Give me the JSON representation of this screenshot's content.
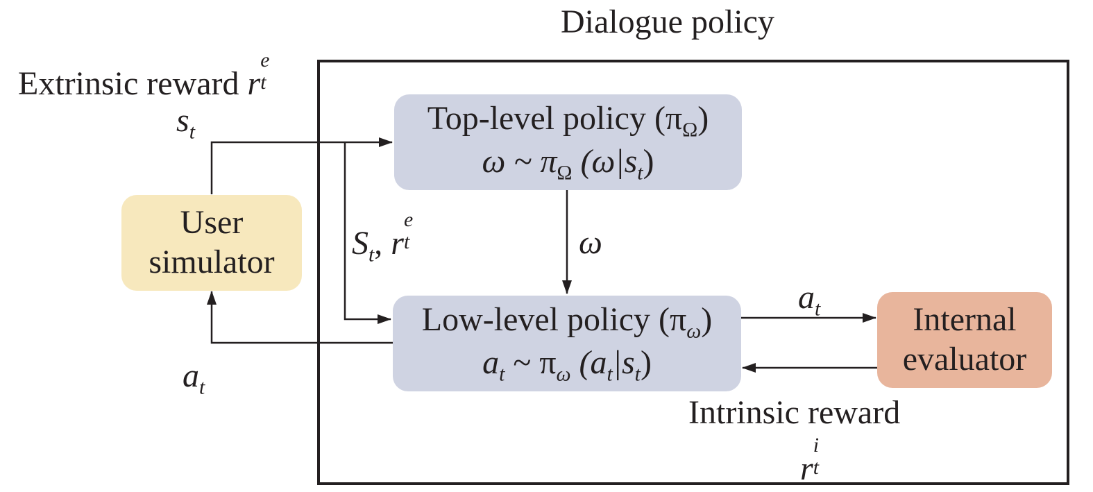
{
  "title": "Dialogue policy",
  "extrinsic_reward": {
    "text": "Extrinsic reward",
    "var": "r",
    "sup": "e",
    "sub": "t"
  },
  "state_label": {
    "var": "s",
    "sub": "t"
  },
  "state_reward_label": {
    "var1": "S",
    "sub1": "t",
    "sep": ", ",
    "var2": "r",
    "sup2": "e",
    "sub2": "t"
  },
  "omega_label": "ω",
  "action_left_label": {
    "var": "a",
    "sub": "t"
  },
  "action_right_label": {
    "var": "a",
    "sub": "t"
  },
  "intrinsic_reward": {
    "text": "Intrinsic reward",
    "var": "r",
    "sup": "i",
    "sub": "t"
  },
  "boxes": {
    "top_level": {
      "line1": "Top-level policy (π",
      "line1_sub": "Ω",
      "line1_end": ")",
      "line2_a": "ω ~ π",
      "line2_sub": "Ω",
      "line2_b": " (ω|s",
      "line2_sub2": "t",
      "line2_c": ")"
    },
    "low_level": {
      "line1": "Low-level policy (π",
      "line1_sub": "ω",
      "line1_end": ")",
      "line2_a": "a",
      "line2_sub_a": "t",
      "line2_b": " ~ π",
      "line2_sub": "ω",
      "line2_c": " (a",
      "line2_sub2": "t",
      "line2_d": "|s",
      "line2_sub3": "t",
      "line2_e": ")"
    },
    "user_sim": {
      "line1": "User",
      "line2": "simulator"
    },
    "evaluator": {
      "line1": "Internal",
      "line2": "evaluator"
    }
  },
  "colors": {
    "policy_box": "#cfd3e2",
    "user_box": "#f7e8bd",
    "evaluator_box": "#e8b59c",
    "line": "#231f20"
  }
}
